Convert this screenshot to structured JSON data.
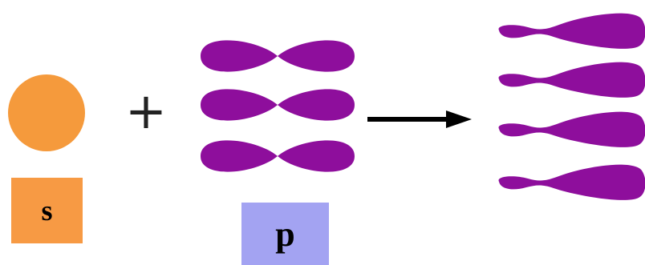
{
  "diagram": {
    "operator_symbol": "+",
    "s_label": "s",
    "p_label": "p"
  },
  "colors": {
    "s_orbital": "#F59A3C",
    "s_box": "#F79A44",
    "p_box": "#A3A3F2",
    "lobe": "#8E0E9C",
    "arrow": "#000000",
    "operator": "#222222"
  },
  "orbitals": {
    "s_count": 1,
    "p_count": 3,
    "hybrid_count": 4
  }
}
